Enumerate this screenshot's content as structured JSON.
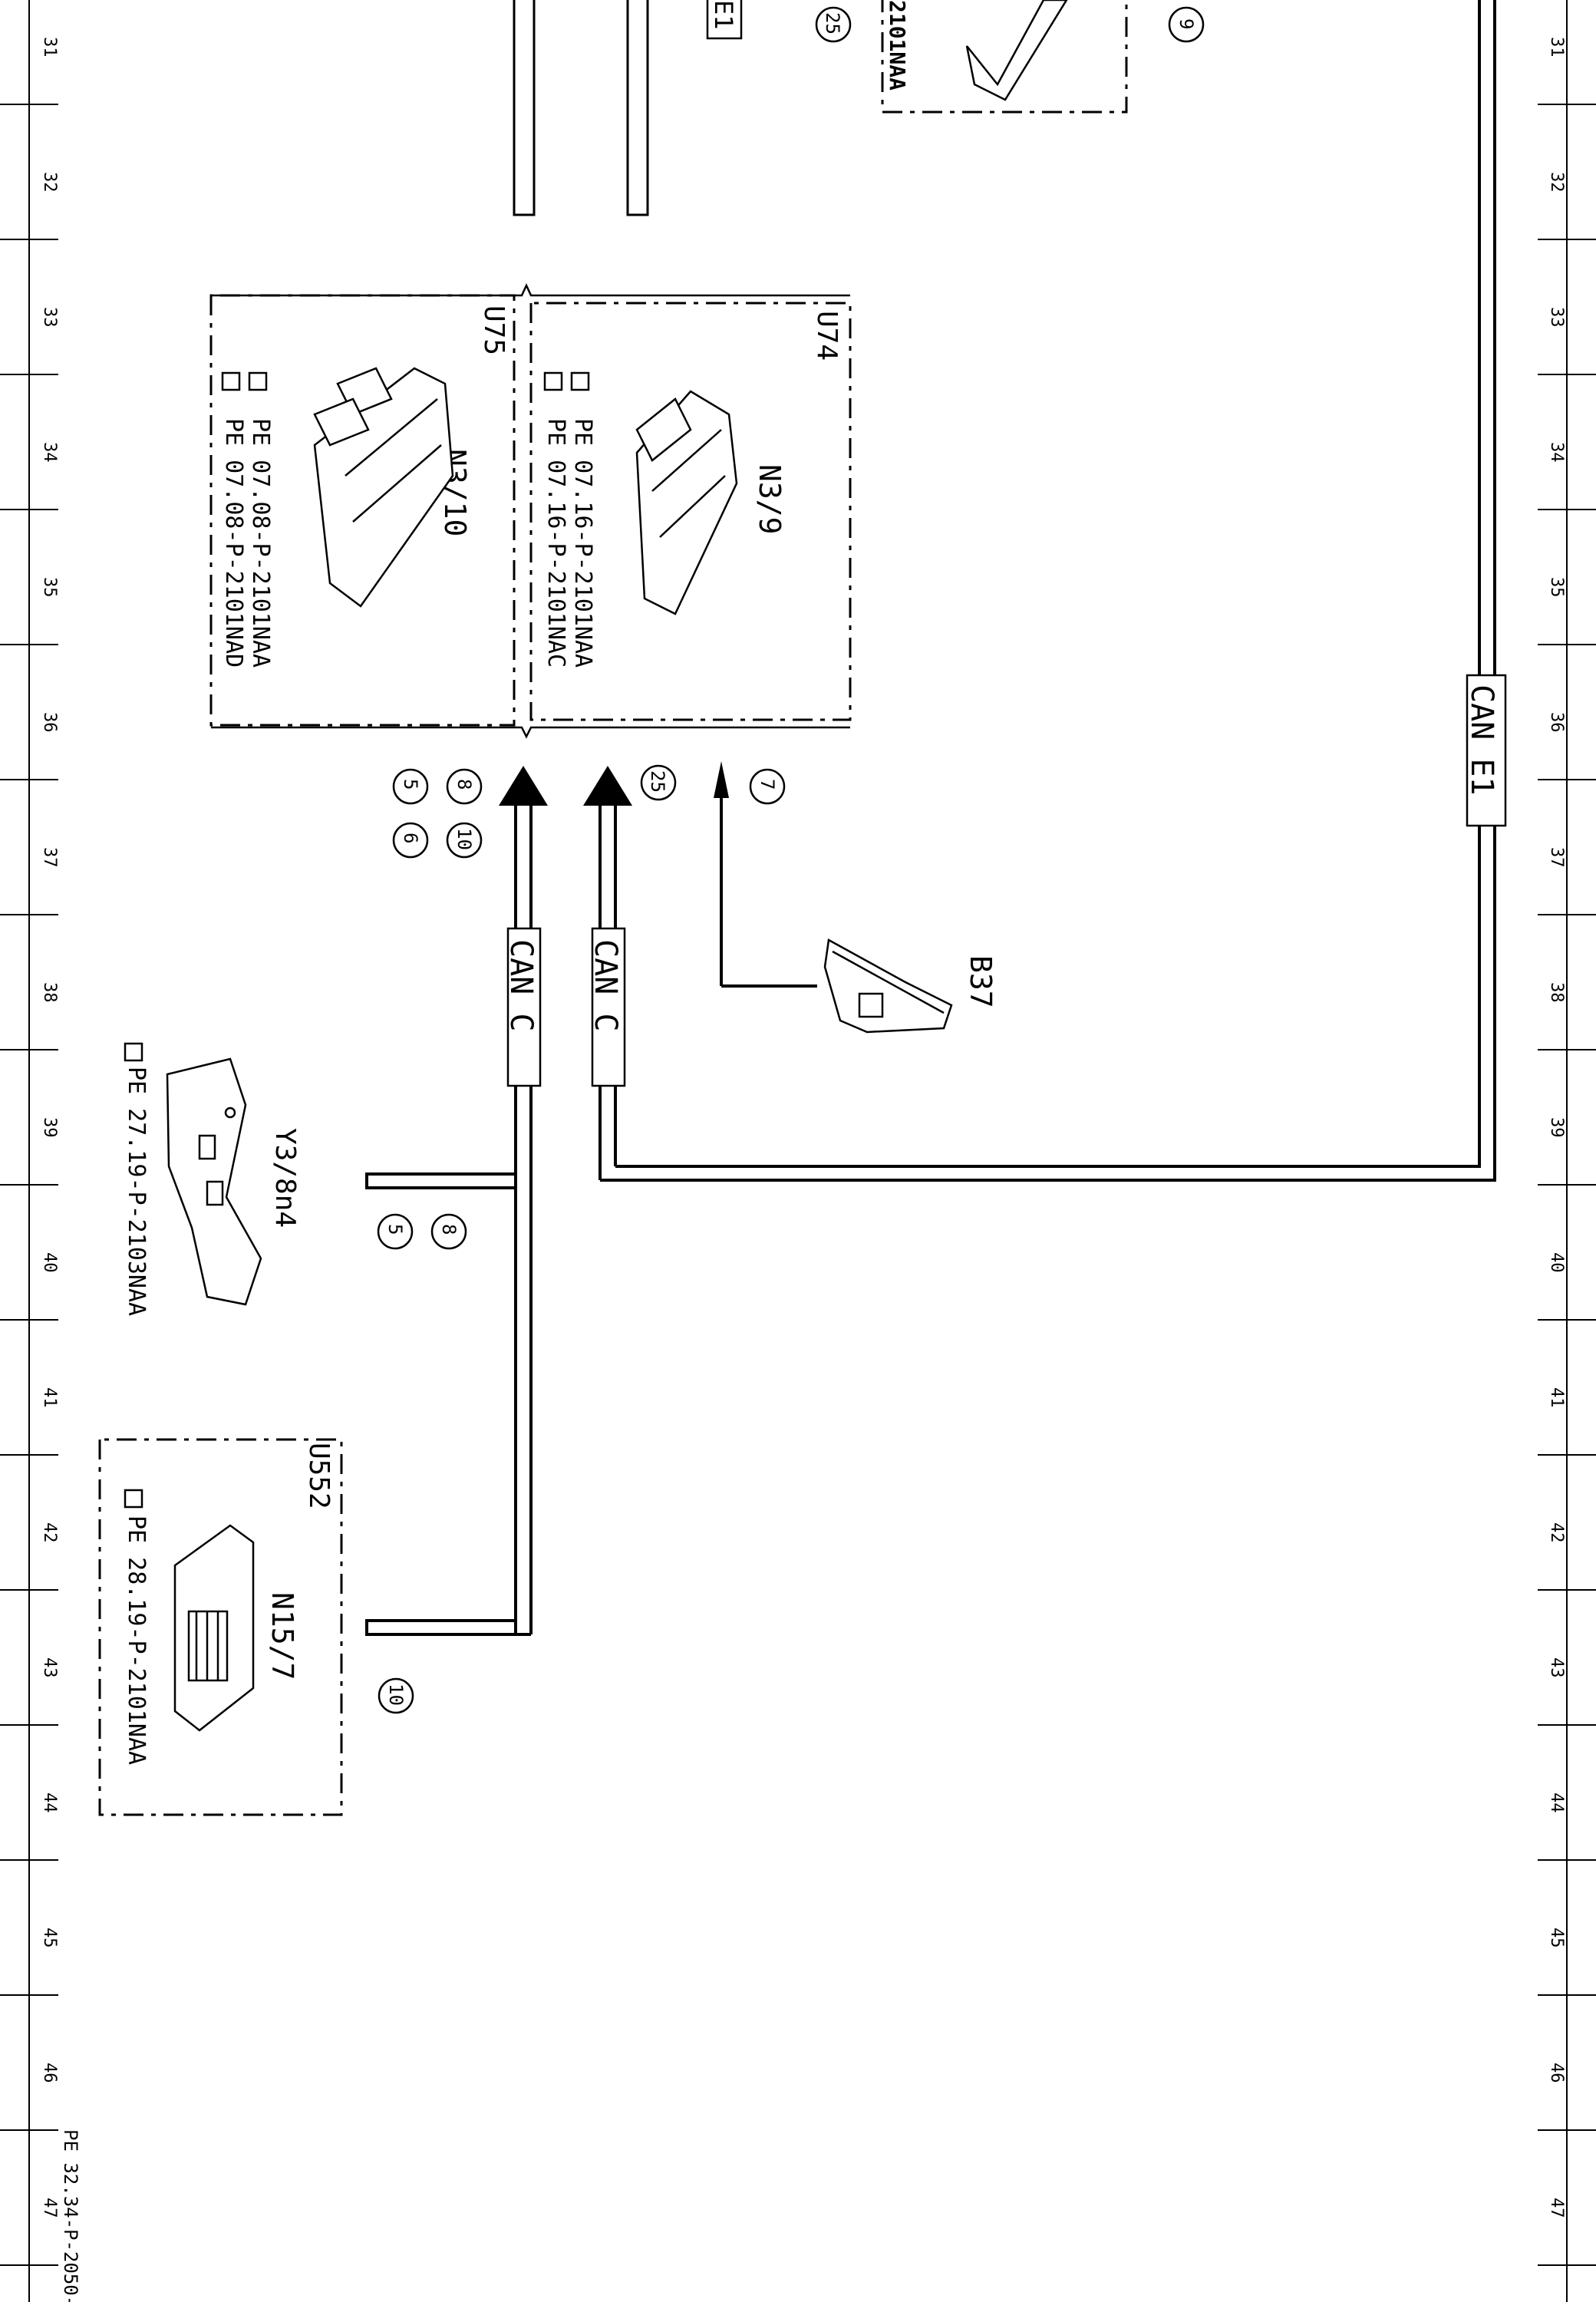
{
  "grid": {
    "rows": [
      "31",
      "32",
      "33",
      "34",
      "35",
      "36",
      "37",
      "38",
      "39",
      "40",
      "41",
      "42",
      "43",
      "44",
      "45",
      "46",
      "47"
    ]
  },
  "footer_ref": "PE 32.34-P-2050-",
  "top_fragment": {
    "ref_text": "2101NAA",
    "can_tag": "E1",
    "callouts": [
      "25",
      "9"
    ]
  },
  "components": {
    "u75": {
      "box_label": "U75",
      "name": "N3/10",
      "refs": [
        "PE 07.08-P-2101NAA",
        "PE 07.08-P-2101NAD"
      ]
    },
    "u74": {
      "box_label": "U74",
      "name": "N3/9",
      "refs": [
        "PE 07.16-P-2101NAA",
        "PE 07.16-P-2101NAC"
      ]
    },
    "b37": {
      "name": "B37"
    },
    "y3": {
      "name": "Y3/8n4",
      "ref": "PE 27.19-P-2103NAA"
    },
    "u552": {
      "box_label": "U552",
      "name": "N15/7",
      "ref": "PE 28.19-P-2101NAA"
    }
  },
  "buses": {
    "can_c_1": "CAN C",
    "can_c_2": "CAN C",
    "can_e1": "CAN E1"
  },
  "callouts": {
    "u75_group": [
      "8",
      "10",
      "5",
      "6"
    ],
    "u74_group": [
      "25"
    ],
    "b37_group": [
      "7"
    ],
    "y3_group": [
      "8",
      "5"
    ],
    "u552_group": [
      "10"
    ]
  }
}
